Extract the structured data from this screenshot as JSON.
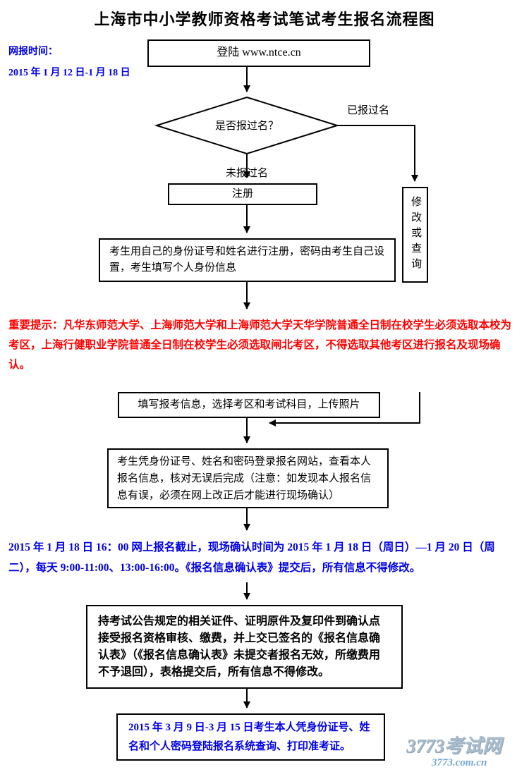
{
  "header": {
    "title": "上海市中小学教师资格考试笔试考生报名流程图"
  },
  "reg_time": {
    "label": "网报时间：",
    "value": "2015 年 1 月 12 日-1 月 18 日"
  },
  "flow": {
    "login": "登陆 www.ntce.cn",
    "decision": "是否报过名？",
    "label_registered": "已报过名",
    "label_not_registered": "未报过名",
    "register": "注册",
    "register_detail": "考生用自己的身份证号和姓名进行注册，密码由考生自己设置，考生填写个人身份信息",
    "modify_query": "修改或查询",
    "fill_info": "填写报考信息，选择考区和考试科目，上传照片",
    "verify": "考生凭身份证号、姓名和密码登录报名网站，查看本人报名信息，核对无误后完成（注意：如发现本人报名信息有误，必须在网上改正后才能进行现场确认）",
    "onsite_confirm": "持考试公告规定的相关证件、证明原件及复印件到确认点接受报名资格审核、缴费，并上交已签名的《报名信息确认表》（《报名信息确认表》未提交者报名无效，所缴费用不予退回），表格提交后，所有信息不得修改。",
    "print_ticket": "2015 年 3 月 9 日-3 月 15 日考生本人凭身份证号、姓名和个人密码登陆报名系统查询、打印准考证。"
  },
  "notices": {
    "important": "重要提示：凡华东师范大学、上海师范大学和上海师范大学天华学院普通全日制在校学生必须选取本校为考区，上海行健职业学院普通全日制在校学生必须选取闸北考区，不得选取其他考区进行报名及现场确认。",
    "deadline": "2015 年 1 月 18 日 16：00 网上报名截止，现场确认时间为 2015 年 1 月 18 日（周日）—1 月 20 日（周二），每天 9:00-11:00、13:00-16:00。《报名信息确认表》提交后，所有信息不得修改。"
  },
  "watermark": {
    "site_name": "3773考试网",
    "site_url": "3773.com.cn"
  },
  "colors": {
    "accent_blue": "#0000e6",
    "notice_red": "#ff0000",
    "watermark_blue": "#74a8d2",
    "line_black": "#000000"
  }
}
